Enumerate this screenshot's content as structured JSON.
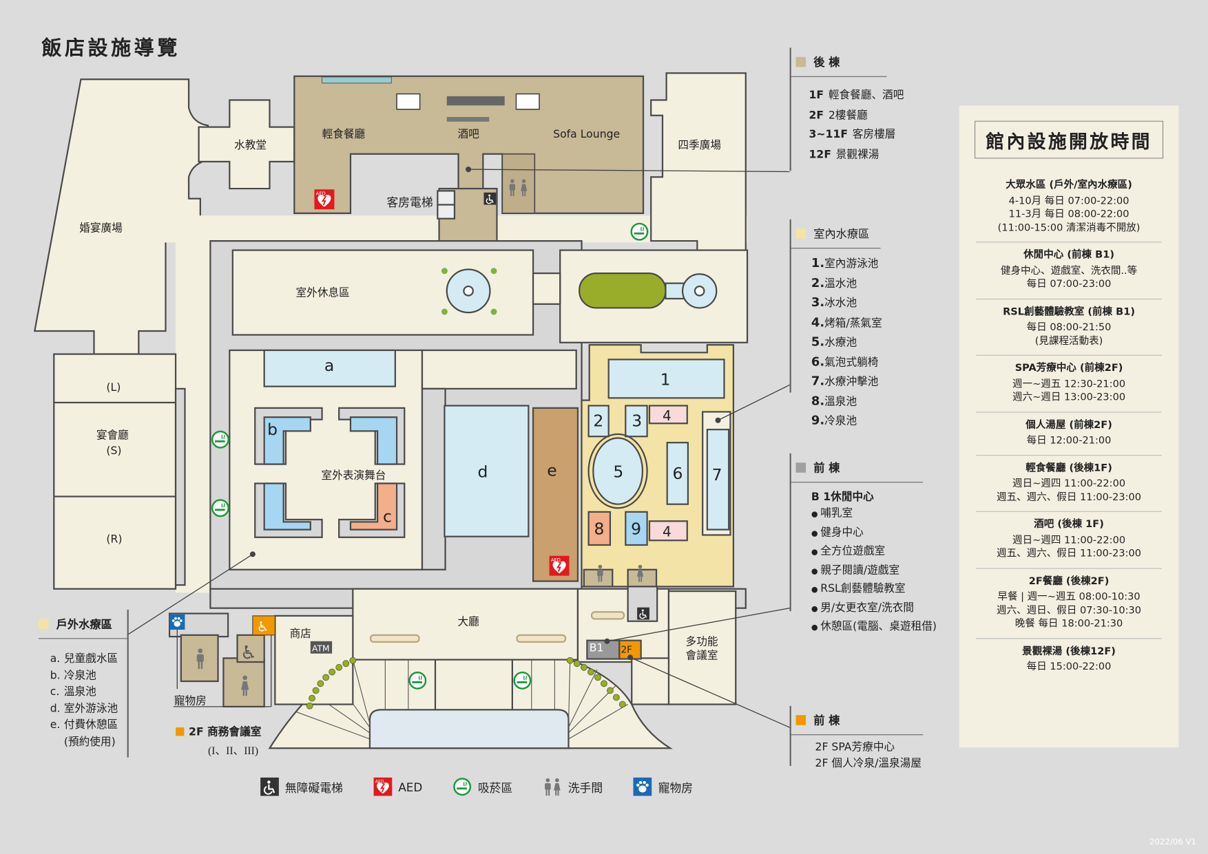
{
  "title": "飯店設施導覽",
  "map": {
    "wedding_plaza": "婚宴廣場",
    "banquet_hall": "宴會廳",
    "banquet_l": "(L)",
    "banquet_s": "(S)",
    "banquet_r": "(R)",
    "water_chapel": "水教堂",
    "light_dining": "輕食餐廳",
    "bar": "酒吧",
    "sofa_lounge": "Sofa Lounge",
    "guest_elevator": "客房電梯",
    "four_seasons_plaza": "四季廣場",
    "outdoor_lounge": "室外休息區",
    "outdoor_stage": "室外表演舞台",
    "lobby": "大廳",
    "shop": "商店",
    "atm": "ATM",
    "pet_room": "寵物房",
    "multi_room_1": "多功能",
    "multi_room_2": "會議室",
    "b1": "B1",
    "f2": "2F",
    "aed": "AED",
    "pools_outdoor": [
      "a",
      "b",
      "c",
      "d",
      "e"
    ],
    "pools_indoor": [
      "1",
      "2",
      "3",
      "4",
      "5",
      "6",
      "7",
      "8",
      "9",
      "4"
    ]
  },
  "legend_back": {
    "heading": "後 棟",
    "color": "#c8b997",
    "items": [
      {
        "floor": "1F",
        "text": "輕食餐廳、酒吧"
      },
      {
        "floor": "2F",
        "text": "2樓餐廳"
      },
      {
        "floor": "3~11F",
        "text": "客房樓層"
      },
      {
        "floor": "12F",
        "text": "景觀裸湯"
      }
    ]
  },
  "legend_indoor": {
    "heading": "室內水療區",
    "color": "#f3e3a7",
    "items": [
      {
        "num": "1.",
        "text": "室內游泳池"
      },
      {
        "num": "2.",
        "text": "溫水池"
      },
      {
        "num": "3.",
        "text": "冰水池"
      },
      {
        "num": "4.",
        "text": "烤箱/蒸氣室"
      },
      {
        "num": "5.",
        "text": "水療池"
      },
      {
        "num": "6.",
        "text": "氣泡式躺椅"
      },
      {
        "num": "7.",
        "text": "水療沖擊池"
      },
      {
        "num": "8.",
        "text": "溫泉池"
      },
      {
        "num": "9.",
        "text": "冷泉池"
      }
    ]
  },
  "legend_front_b1": {
    "heading": "前 棟",
    "color": "#a0a0a0",
    "subheading": "B 1休閒中心",
    "items": [
      "哺乳室",
      "健身中心",
      "全方位遊戲室",
      "親子閱讀/遊戲室",
      "RSL創藝體驗教室",
      "男/女更衣室/洗衣間",
      "休憩區(電腦、桌遊租借)"
    ]
  },
  "legend_front_2f": {
    "heading": "前 棟",
    "color": "#f39800",
    "items": [
      "2F SPA芳療中心",
      "2F 個人冷泉/溫泉湯屋"
    ]
  },
  "legend_outdoor": {
    "heading": "戶外水療區",
    "color": "#f3e3a7",
    "items": [
      {
        "key": "a.",
        "text": "兒童戲水區"
      },
      {
        "key": "b.",
        "text": "冷泉池"
      },
      {
        "key": "c.",
        "text": "溫泉池"
      },
      {
        "key": "d.",
        "text": "室外游泳池"
      },
      {
        "key": "e.",
        "text": "付費休憩區"
      },
      {
        "key": "",
        "text": "(預約使用)"
      }
    ]
  },
  "legend_meeting": {
    "color": "#f39800",
    "text": "2F 商務會議室",
    "sub": "(I、II、III)"
  },
  "hours": {
    "title": "館內設施開放時間",
    "sections": [
      {
        "title": "大眾水區 (戶外/室內水療區)",
        "lines": [
          "4-10月 每日 07:00-22:00",
          "11-3月 每日 08:00-22:00",
          "(11:00-15:00 清潔消毒不開放)"
        ]
      },
      {
        "title": "休閒中心 (前棟 B1)",
        "lines": [
          "健身中心、遊戲室、洗衣間..等",
          "每日 07:00-23:00"
        ]
      },
      {
        "title": "RSL創藝體驗教室 (前棟 B1)",
        "lines": [
          "每日 08:00-21:50",
          "(見課程活動表)"
        ]
      },
      {
        "title": "SPA芳療中心 (前棟2F)",
        "lines": [
          "週一~週五  12:30-21:00",
          "週六~週日 13:00-23:00"
        ]
      },
      {
        "title": "個人湯屋 (前棟2F)",
        "lines": [
          "每日 12:00-21:00"
        ]
      },
      {
        "title": "輕食餐廳 (後棟1F)",
        "lines": [
          "週日~週四 11:00-22:00",
          "週五、週六、假日 11:00-23:00"
        ]
      },
      {
        "title": "酒吧 (後棟 1F)",
        "lines": [
          "週日~週四 11:00-22:00",
          "週五、週六、假日 11:00-23:00"
        ]
      },
      {
        "title": "2F餐廳 (後棟2F)",
        "lines": [
          "早餐 | 週一~週五 08:00-10:30",
          "週六、週日、假日 07:30-10:30",
          "晚餐 每日 18:00-21:30"
        ]
      },
      {
        "title": "景觀裸湯 (後棟12F)",
        "lines": [
          "每日 15:00-22:00"
        ]
      }
    ]
  },
  "icon_legend": [
    {
      "icon": "accessible-elevator-icon",
      "label": "無障礙電梯"
    },
    {
      "icon": "aed-icon",
      "label": "AED"
    },
    {
      "icon": "smoking-area-icon",
      "label": "吸菸區"
    },
    {
      "icon": "restroom-icon",
      "label": "洗手間"
    },
    {
      "icon": "pet-room-icon",
      "label": "寵物房"
    }
  ],
  "version": "2022/06 V1",
  "colors": {
    "background": "#dcdcdc",
    "cream": "#f4f0e0",
    "walk": "#d7d7d7",
    "back_building": "#c8b997",
    "indoor_spa": "#f3e3a7",
    "water": "#d4ebf3",
    "cold": "#a6d6f2",
    "hot": "#f3ae8a",
    "sauna": "#f8dadb",
    "lounge_e": "#c9a06e",
    "green": "#9aad2a",
    "aed": "#e3191e",
    "smoking": "#1a9a3a",
    "orange": "#f39800",
    "pet": "#1a6ab5"
  }
}
